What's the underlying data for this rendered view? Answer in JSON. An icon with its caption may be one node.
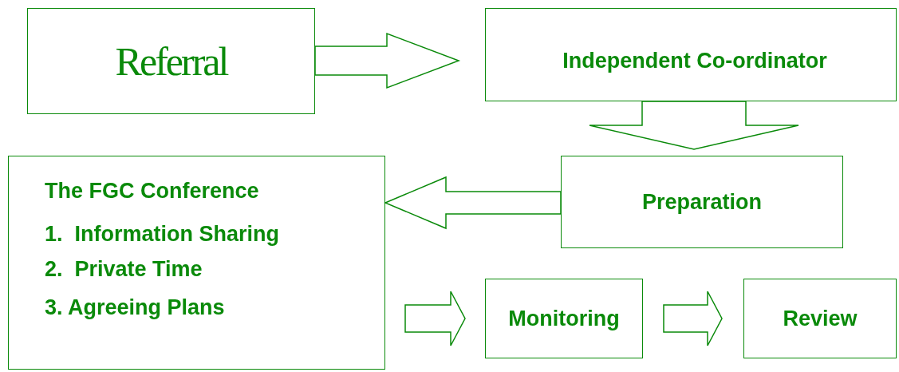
{
  "diagram": {
    "nodes": [
      {
        "text": [
          "Referral"
        ]
      },
      {
        "text": [
          "Independent Co-ordinator"
        ]
      },
      {
        "text": [
          "Preparation"
        ]
      },
      {
        "text": [
          "The FGC Conference",
          "1.  Information Sharing",
          "2.  Private Time",
          "3. Agreeing Plans"
        ]
      },
      {
        "text": [
          "Monitoring"
        ]
      },
      {
        "text": [
          "Review"
        ]
      }
    ],
    "edges": [
      {
        "from": 0,
        "to": 1,
        "arrow": "to"
      },
      {
        "from": 1,
        "to": 2,
        "arrow": "to"
      },
      {
        "from": 2,
        "to": 3,
        "arrow": "to"
      },
      {
        "from": 3,
        "to": 4,
        "arrow": "to"
      },
      {
        "from": 4,
        "to": 5,
        "arrow": "to"
      }
    ]
  }
}
